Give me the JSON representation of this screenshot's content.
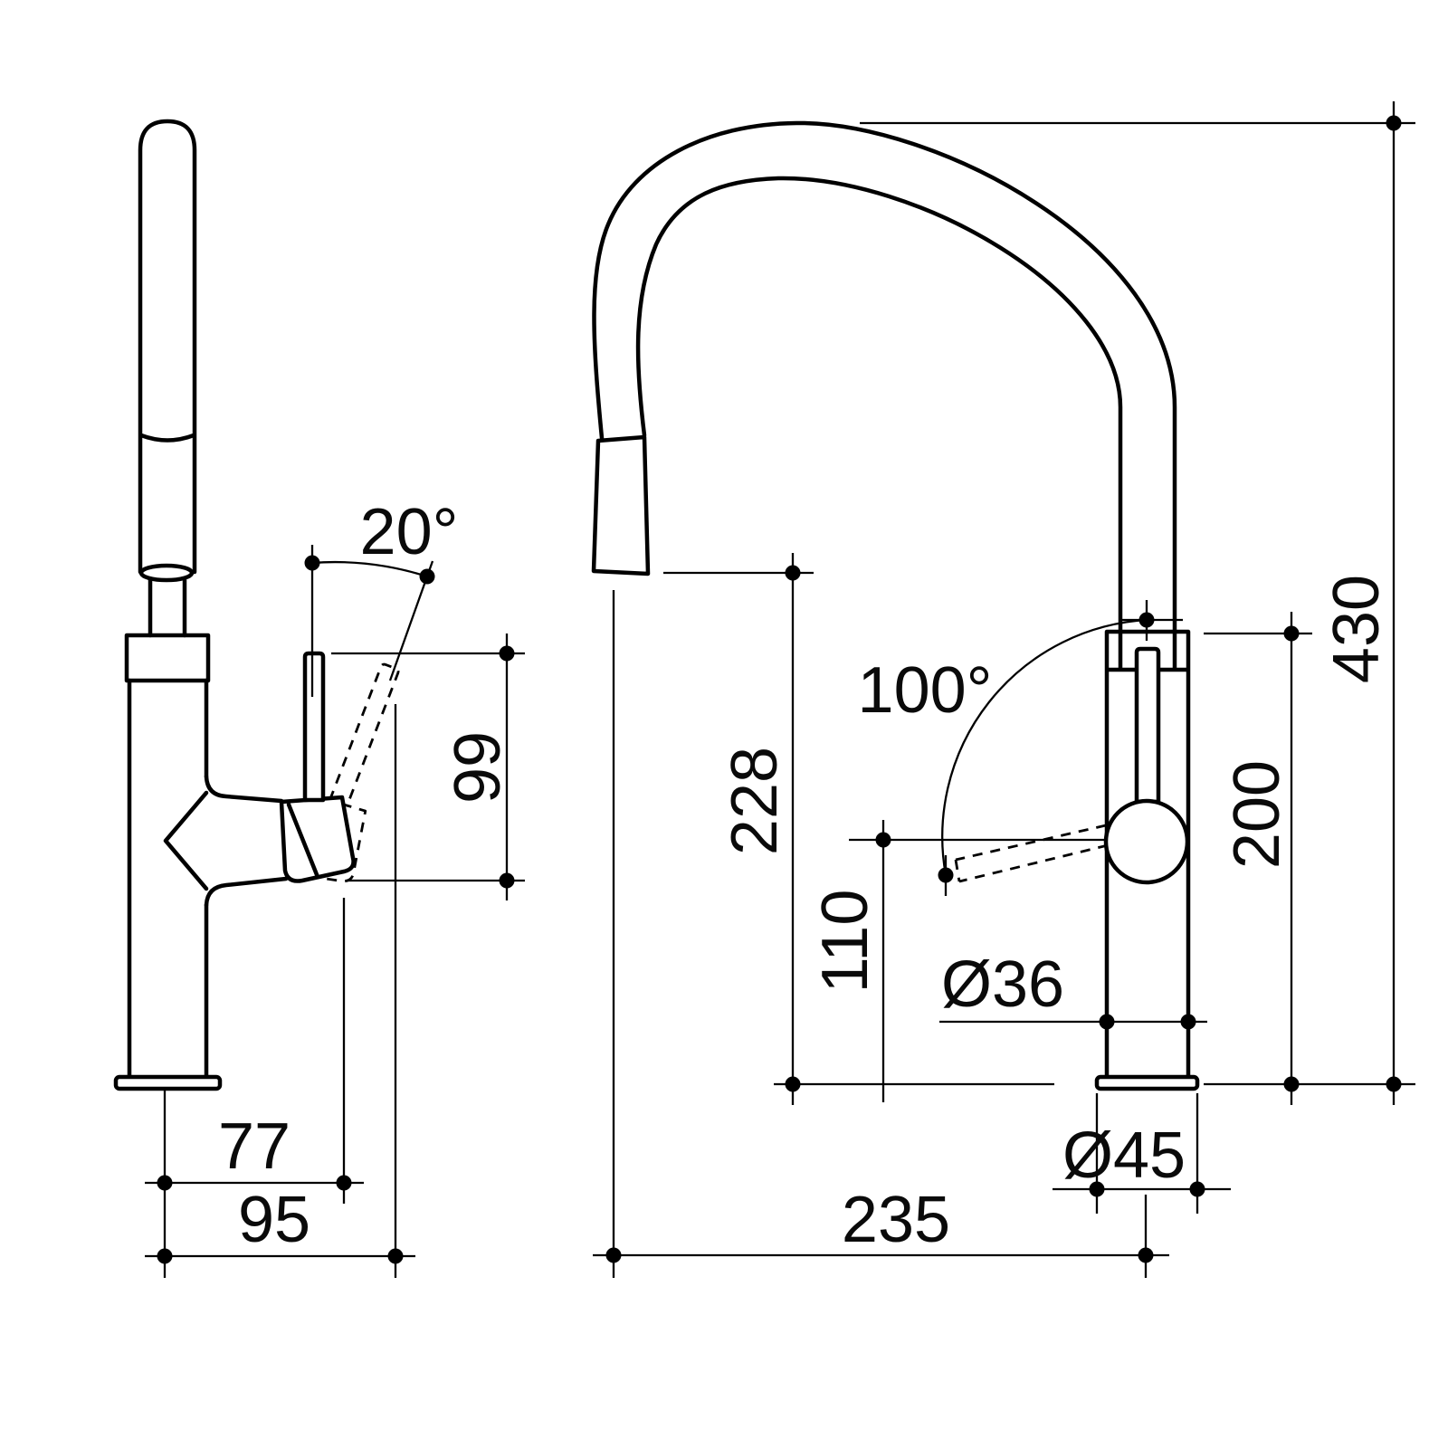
{
  "drawing": {
    "kind": "faucet technical dimension drawing",
    "background": "#ffffff",
    "line_color": "#000000",
    "views": {
      "side": {
        "labels": {
          "handle_angle": "20°",
          "handle_height": "99",
          "center_to_handle": "77",
          "center_to_handle_tilted": "95"
        }
      },
      "front": {
        "labels": {
          "handle_swing_angle": "100°",
          "outlet_height": "228",
          "pivot_height": "110",
          "body_diameter": "Ø36",
          "base_diameter": "Ø45",
          "spout_reach": "235",
          "overall_height": "430",
          "body_height": "200"
        }
      }
    }
  }
}
